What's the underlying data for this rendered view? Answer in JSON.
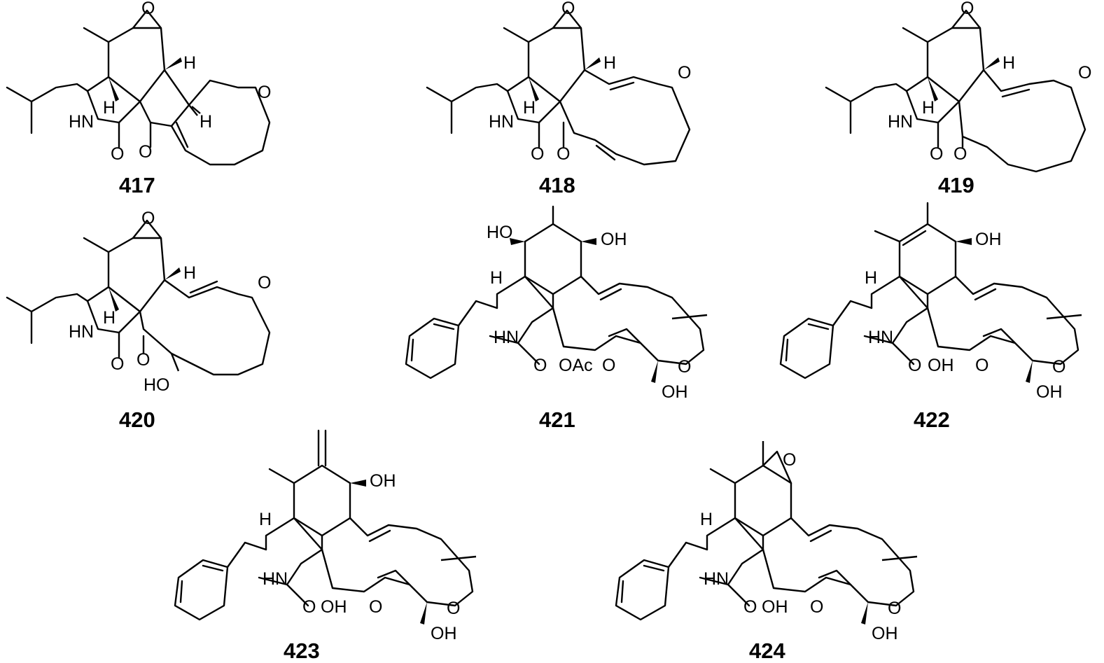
{
  "compounds": [
    {
      "id": "417",
      "atoms": [
        "O",
        "H",
        "O",
        "HN",
        "H",
        "O",
        "H",
        "O"
      ]
    },
    {
      "id": "418",
      "atoms": [
        "O",
        "H",
        "O",
        "HN",
        "H",
        "O",
        "O"
      ]
    },
    {
      "id": "419",
      "atoms": [
        "O",
        "H",
        "O",
        "HN",
        "H",
        "O",
        "O"
      ]
    },
    {
      "id": "420",
      "atoms": [
        "O",
        "H",
        "O",
        "HN",
        "H",
        "O",
        "O",
        "HO"
      ]
    },
    {
      "id": "421",
      "atoms": [
        "HO",
        "OH",
        "H",
        "HN",
        "O",
        "OAc",
        "O",
        "O",
        "OH"
      ]
    },
    {
      "id": "422",
      "atoms": [
        "OH",
        "H",
        "HN",
        "O",
        "OH",
        "O",
        "O",
        "OH"
      ]
    },
    {
      "id": "423",
      "atoms": [
        "OH",
        "H",
        "HN",
        "O",
        "OH",
        "O",
        "O",
        "OH"
      ]
    },
    {
      "id": "424",
      "atoms": [
        "O",
        "H",
        "HN",
        "O",
        "OH",
        "O",
        "O",
        "OH"
      ]
    }
  ]
}
